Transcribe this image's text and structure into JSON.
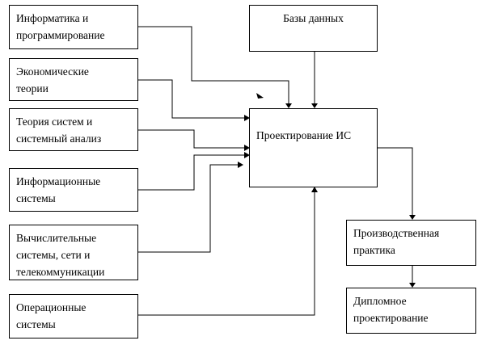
{
  "diagram": {
    "nodes": {
      "informatics": "Информатика и\nпрограммирование",
      "economics": "Экономические\nтеории",
      "systems_theory": "Теория систем и\nсистемный анализ",
      "info_systems": "Информационные\nсистемы",
      "computing": "Вычислительные\nсистемы, сети и\nтелекоммуникации",
      "os": "Операционные\nсистемы",
      "databases": "Базы данных",
      "is_design": "Проектирование ИС",
      "practice": "Производственная\nпрактика",
      "thesis": "Дипломное\nпроектирование"
    },
    "edges": [
      [
        "informatics",
        "is_design"
      ],
      [
        "economics",
        "is_design"
      ],
      [
        "systems_theory",
        "is_design"
      ],
      [
        "info_systems",
        "is_design"
      ],
      [
        "computing",
        "is_design"
      ],
      [
        "os",
        "is_design"
      ],
      [
        "databases",
        "is_design"
      ],
      [
        "is_design",
        "practice"
      ],
      [
        "practice",
        "thesis"
      ]
    ]
  }
}
